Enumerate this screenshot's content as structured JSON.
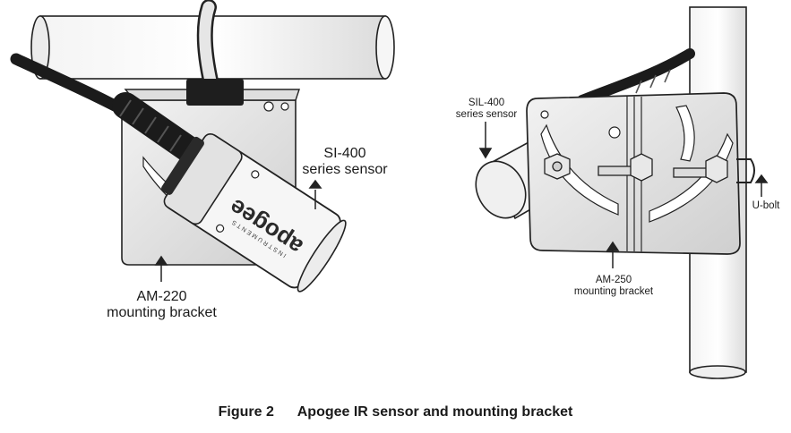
{
  "left_figure": {
    "sensor_label": [
      "SI-400",
      "series sensor"
    ],
    "bracket_label": [
      "AM-220",
      "mounting bracket"
    ],
    "brand_text": "apogee",
    "brand_subtext": "INSTRUMENTS"
  },
  "right_figure": {
    "sensor_label": [
      "SIL-400",
      "series sensor"
    ],
    "bracket_label": [
      "AM-250",
      "mounting bracket"
    ],
    "ubolt_label": "U-bolt"
  },
  "caption": {
    "number": "Figure 2",
    "title": "Apogee IR sensor and mounting bracket"
  }
}
